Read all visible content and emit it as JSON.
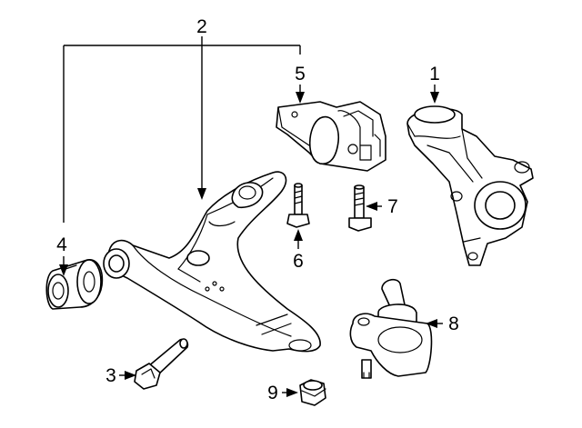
{
  "callouts": {
    "c1": "1",
    "c2": "2",
    "c3": "3",
    "c4": "4",
    "c5": "5",
    "c6": "6",
    "c7": "7",
    "c8": "8",
    "c9": "9"
  },
  "parts": [
    "steering-knuckle",
    "control-arm",
    "bolt",
    "front-bushing",
    "rear-bushing",
    "arm-bolt",
    "bushing-bolt",
    "ball-joint",
    "nut"
  ],
  "colors": {
    "line": "#000000",
    "background": "#ffffff"
  }
}
